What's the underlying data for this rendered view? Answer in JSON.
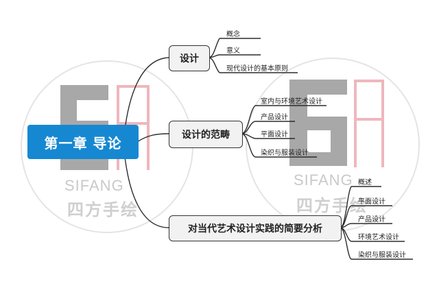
{
  "watermark": {
    "brand": "SIFANG",
    "brand_cn": "四方手绘",
    "colors": {
      "gray": "#8c8c8c",
      "red": "#e9a0a8"
    }
  },
  "root": {
    "label": "第一章 导论",
    "color": "#1688d2"
  },
  "branches": [
    {
      "label": "设计",
      "leaves": [
        "概念",
        "意义",
        "现代设计的基本原则"
      ]
    },
    {
      "label": "设计的范畴",
      "leaves": [
        "室内与环境艺术设计",
        "产品设计",
        "平面设计",
        "染织与服装设计"
      ]
    },
    {
      "label": "对当代艺术设计实践的简要分析",
      "leaves": [
        "概述",
        "平面设计",
        "产品设计",
        "环境艺术设计",
        "染织与服装设计"
      ]
    }
  ]
}
